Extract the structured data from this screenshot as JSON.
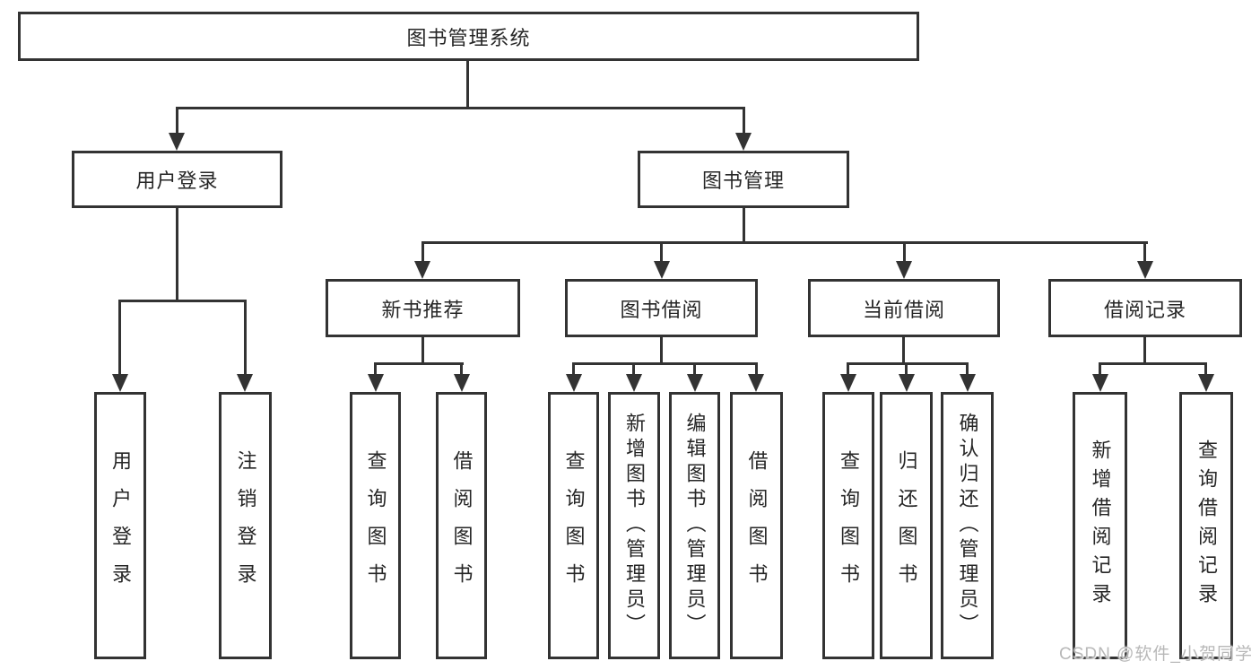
{
  "diagram": {
    "root": {
      "label": "图书管理系统"
    },
    "branches": [
      {
        "label": "用户登录",
        "children": [
          {
            "label": "用户登录"
          },
          {
            "label": "注销登录"
          }
        ]
      },
      {
        "label": "图书管理",
        "children": [
          {
            "label": "新书推荐",
            "children": [
              {
                "label": "查询图书"
              },
              {
                "label": "借阅图书"
              }
            ]
          },
          {
            "label": "图书借阅",
            "children": [
              {
                "label": "查询图书"
              },
              {
                "label": "新增图书（管理员）"
              },
              {
                "label": "编辑图书（管理员）"
              },
              {
                "label": "借阅图书"
              }
            ]
          },
          {
            "label": "当前借阅",
            "children": [
              {
                "label": "查询图书"
              },
              {
                "label": "归还图书"
              },
              {
                "label": "确认归还（管理员）"
              }
            ]
          },
          {
            "label": "借阅记录",
            "children": [
              {
                "label": "新增借阅记录"
              },
              {
                "label": "查询借阅记录"
              }
            ]
          }
        ]
      }
    ]
  },
  "watermark": {
    "text": "CSDN @软件_小贺同学"
  },
  "colors": {
    "line": "#333333",
    "text": "#262626",
    "watermark": "#b8b8b8",
    "background": "#ffffff"
  }
}
